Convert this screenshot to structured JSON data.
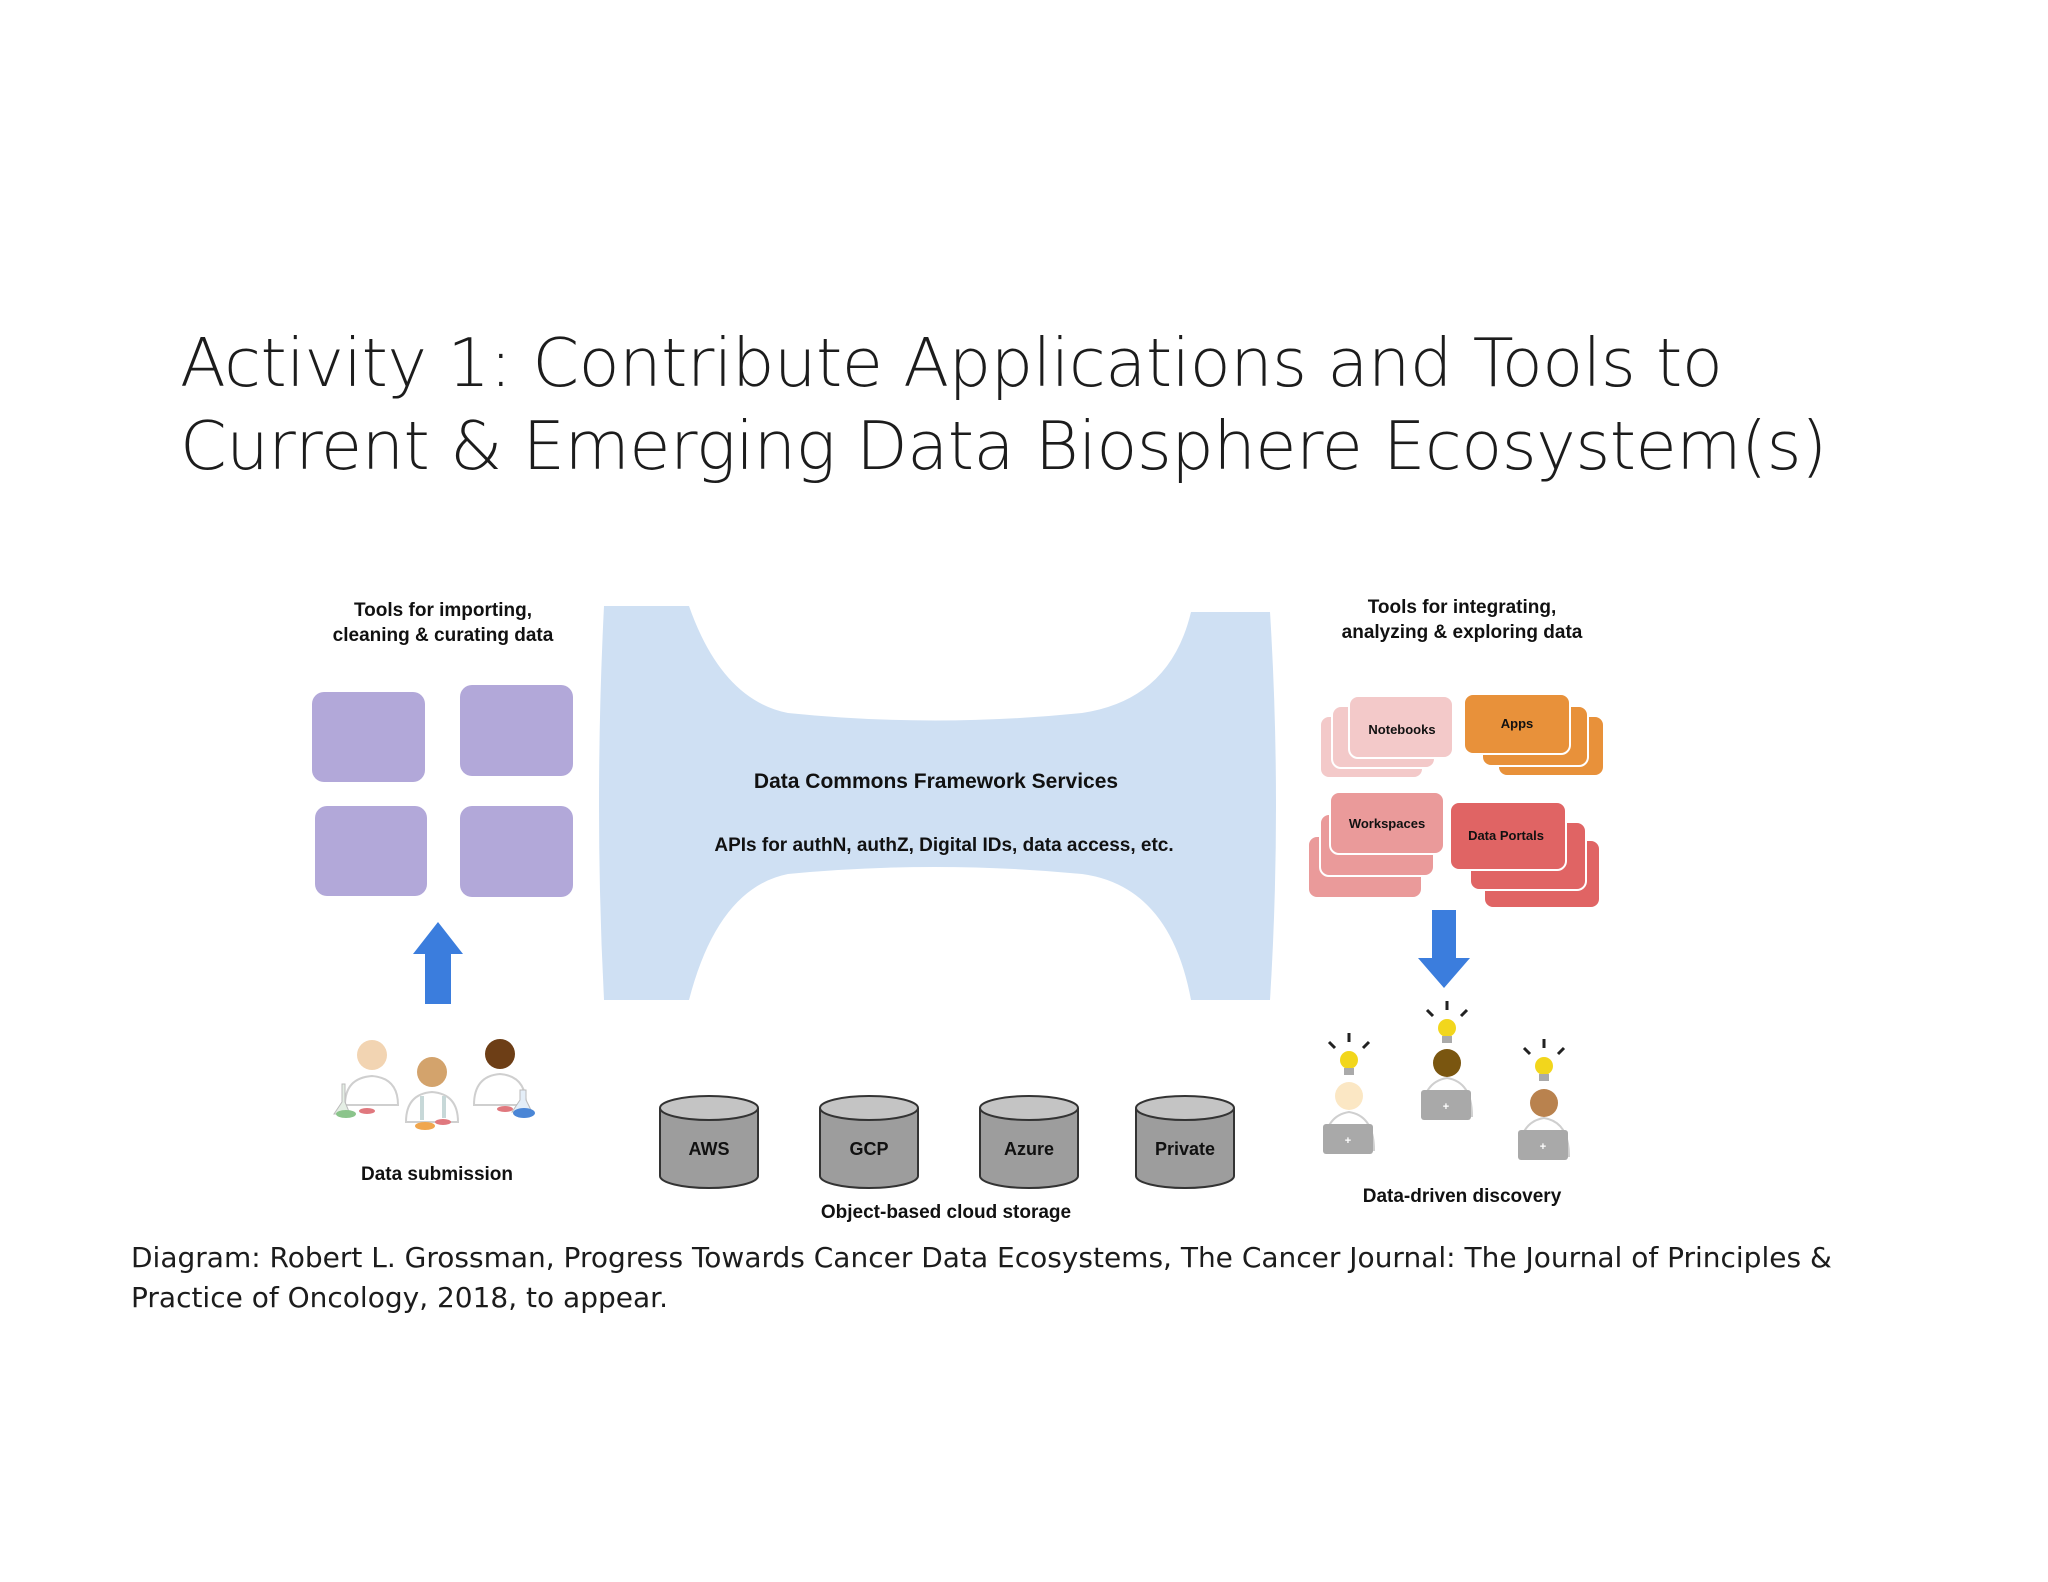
{
  "slide": {
    "title_lines": [
      "Activity 1: Contribute Applications and Tools to",
      "Current & Emerging Data Biosphere Ecosystem(s)"
    ],
    "caption_lines": [
      "Diagram: Robert L. Grossman, Progress Towards Cancer Data Ecosystems, The Cancer Journal: The Journal of Principles &",
      "Practice of Oncology, 2018, to appear."
    ]
  },
  "diagram": {
    "left_tools_heading": [
      "Tools for importing,",
      "cleaning & curating data"
    ],
    "right_tools_heading": [
      "Tools for integrating,",
      "analyzing  & exploring data"
    ],
    "framework_title": "Data Commons Framework Services",
    "framework_subtitle": "APIs for authN, authZ, Digital IDs, data access, etc.",
    "app_cards": {
      "notebooks": "Notebooks",
      "apps": "Apps",
      "workspaces": "Workspaces",
      "data_portals": "Data Portals"
    },
    "storage": [
      "AWS",
      "GCP",
      "Azure",
      "Private"
    ],
    "storage_label": "Object-based cloud storage",
    "submission_label": "Data submission",
    "discovery_label": "Data-driven discovery"
  },
  "colors": {
    "purple_tile": "#b2a8d9",
    "framework_blue": "#cfe0f3",
    "arrow_blue": "#3b7ddd",
    "notebooks_pink": "#f3c9c9",
    "apps_orange": "#e8913a",
    "workspaces_rose": "#ea9a9a",
    "portals_red": "#e06464",
    "cylinder_gray": "#9d9d9d",
    "bulb_yellow": "#f2d61c"
  }
}
